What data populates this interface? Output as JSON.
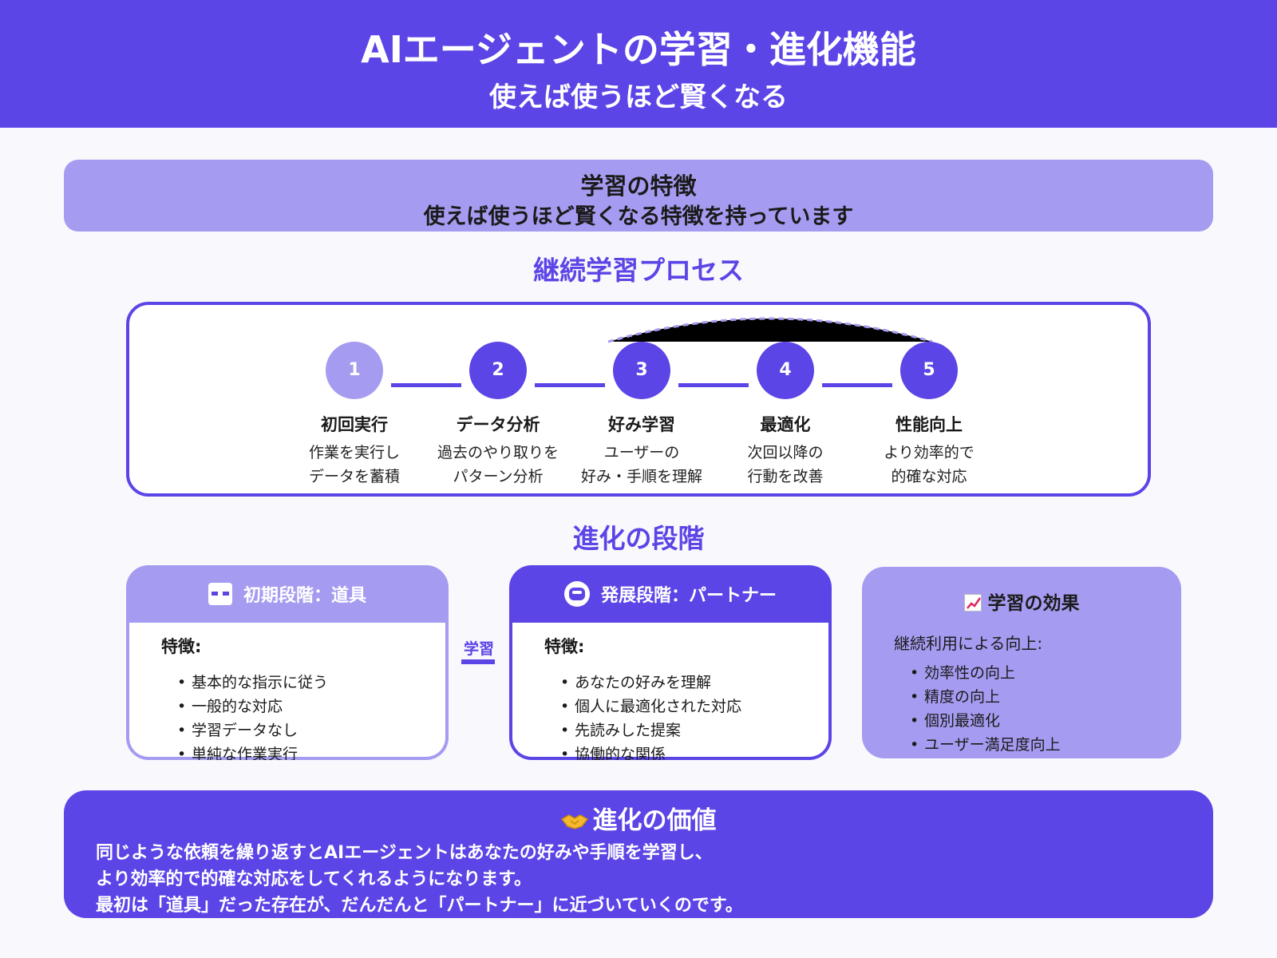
{
  "header": {
    "title": "AIエージェントの学習・進化機能",
    "subtitle": "使えば使うほど賢くなる"
  },
  "feature": {
    "title": "学習の特徴",
    "subtitle": "使えば使うほど賢くなる特徴を持っています"
  },
  "process": {
    "title": "継続学習プロセス",
    "steps": [
      {
        "number": "1",
        "label": "初回実行",
        "desc1": "作業を実行し",
        "desc2": "データを蓄積"
      },
      {
        "number": "2",
        "label": "データ分析",
        "desc1": "過去のやり取りを",
        "desc2": "パターン分析"
      },
      {
        "number": "3",
        "label": "好み学習",
        "desc1": "ユーザーの",
        "desc2": "好み・手順を理解"
      },
      {
        "number": "4",
        "label": "最適化",
        "desc1": "次回以降の",
        "desc2": "行動を改善"
      },
      {
        "number": "5",
        "label": "性能向上",
        "desc1": "より効率的で",
        "desc2": "的確な対応"
      }
    ]
  },
  "evolution": {
    "title": "進化の段階",
    "arrow_label": "学習",
    "initial": {
      "title": "初期段階：道具",
      "feature_label": "特徴:",
      "items": [
        "基本的な指示に従う",
        "一般的な対応",
        "学習データなし",
        "単純な作業実行"
      ]
    },
    "advanced": {
      "title": "発展段階：パートナー",
      "feature_label": "特徴:",
      "items": [
        "あなたの好みを理解",
        "個人に最適化された対応",
        "先読みした提案",
        "協働的な関係"
      ]
    },
    "effects": {
      "title": "学習の効果",
      "intro": "継続利用による向上:",
      "items": [
        "効率性の向上",
        "精度の向上",
        "個別最適化",
        "ユーザー満足度向上"
      ]
    }
  },
  "value": {
    "title": "進化の価値",
    "line1": "同じような依頼を繰り返すとAIエージェントはあなたの好みや手順を学習し、",
    "line2": "より効率的で的確な対応をしてくれるようになります。",
    "line3": "最初は「道具」だった存在が、だんだんと「パートナー」に近づいていくのです。"
  },
  "colors": {
    "primary": "#5b45e6",
    "light": "#a59cf1",
    "background": "#f8f8fd"
  }
}
